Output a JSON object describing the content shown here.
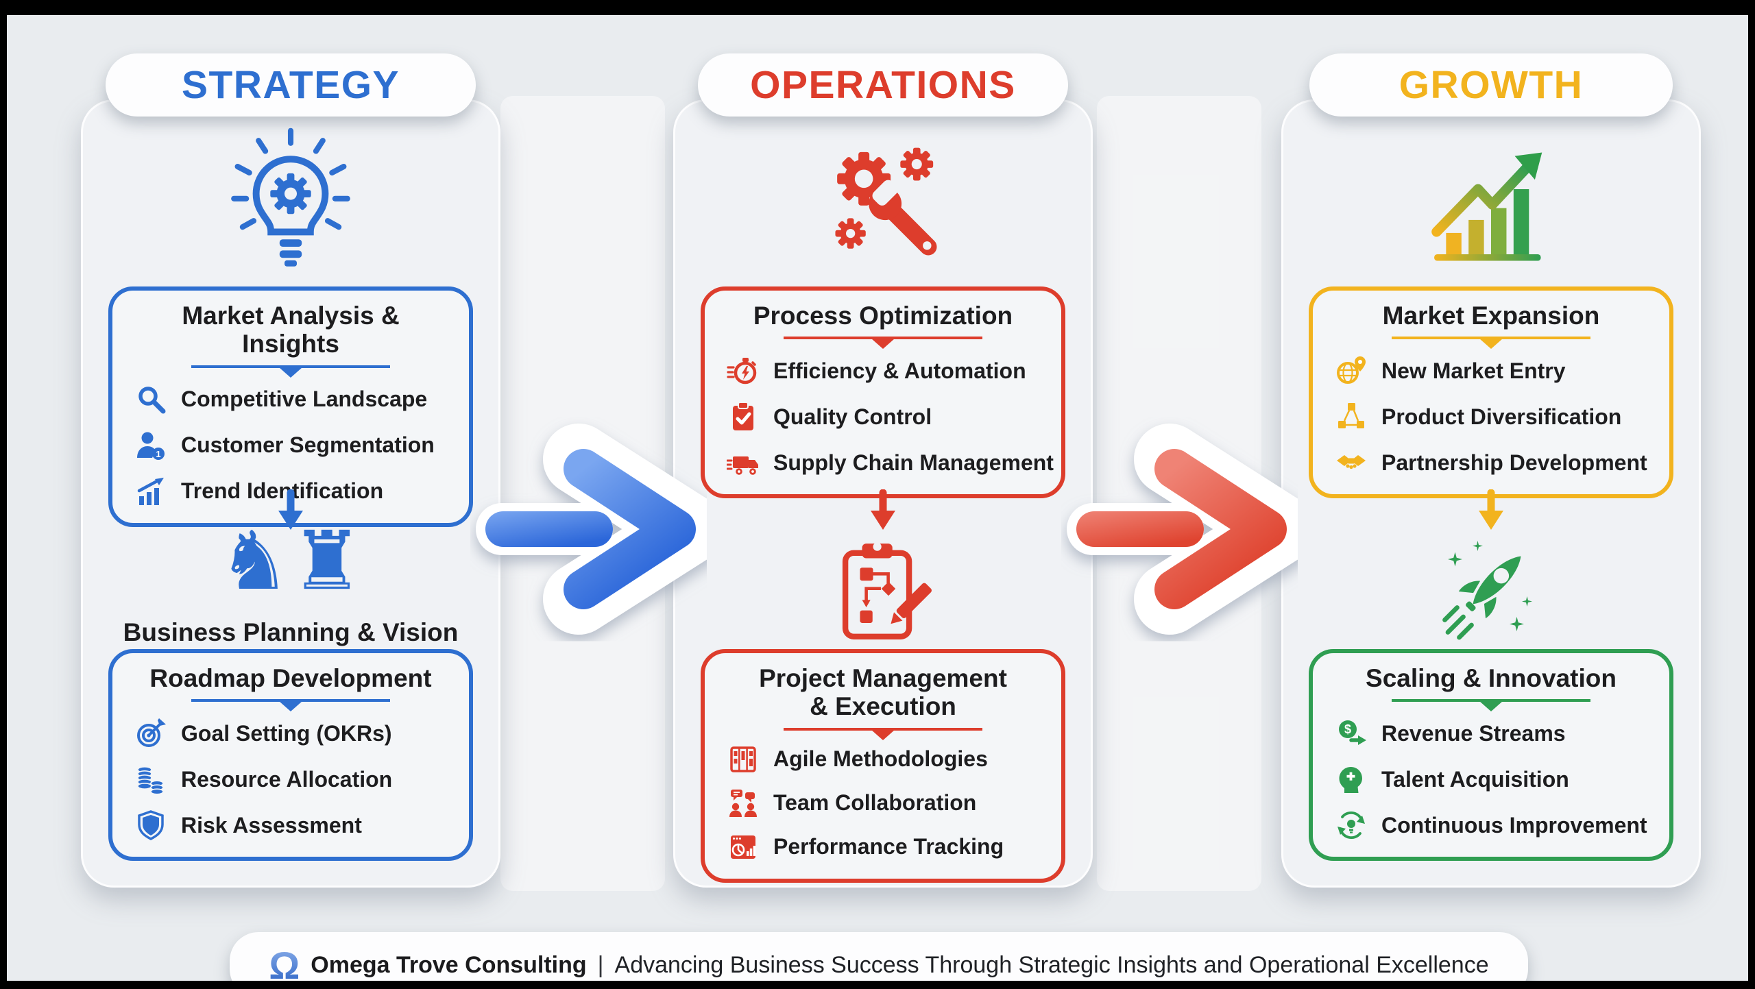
{
  "page": {
    "background": "#e9ecef",
    "frame_color": "#000000"
  },
  "columns": [
    {
      "title": "STRATEGY",
      "accent": "#2e6fd0",
      "header_icon": "lightbulb-gear-icon",
      "box1": {
        "title": "Market Analysis & Insights",
        "items": [
          {
            "icon": "search-icon",
            "label": "Competitive Landscape"
          },
          {
            "icon": "customer-segmentation-icon",
            "label": "Customer Segmentation"
          },
          {
            "icon": "trend-chart-icon",
            "label": "Trend Identification"
          }
        ]
      },
      "mid_icon": "chess-pieces-icon",
      "mid_icon_glyphs": "♞♜",
      "mid_label": "Business Planning & Vision",
      "box2": {
        "title": "Roadmap Development",
        "items": [
          {
            "icon": "goal-target-icon",
            "label": "Goal Setting (OKRs)"
          },
          {
            "icon": "coins-icon",
            "label": "Resource Allocation"
          },
          {
            "icon": "shield-icon",
            "label": "Risk Assessment"
          }
        ]
      }
    },
    {
      "title": "OPERATIONS",
      "accent": "#dd3d2c",
      "header_icon": "gears-wrench-icon",
      "box1": {
        "title": "Process Optimization",
        "items": [
          {
            "icon": "stopwatch-lightning-icon",
            "label": "Efficiency & Automation"
          },
          {
            "icon": "clipboard-check-icon",
            "label": "Quality Control"
          },
          {
            "icon": "delivery-truck-icon",
            "label": "Supply Chain Management"
          }
        ]
      },
      "mid_icon": "clipboard-flowchart-icon",
      "mid_label": "",
      "box2": {
        "title": "Project Management & Execution",
        "items": [
          {
            "icon": "kanban-board-icon",
            "label": "Agile Methodologies"
          },
          {
            "icon": "team-collaboration-icon",
            "label": "Team Collaboration"
          },
          {
            "icon": "performance-dashboard-icon",
            "label": "Performance Tracking"
          }
        ]
      }
    },
    {
      "title": "GROWTH",
      "accent": "#f2b31e",
      "accent_secondary": "#2f9e52",
      "header_icon": "growth-chart-icon",
      "box1": {
        "title": "Market Expansion",
        "items": [
          {
            "icon": "globe-pin-icon",
            "label": "New Market Entry"
          },
          {
            "icon": "product-cubes-icon",
            "label": "Product Diversification"
          },
          {
            "icon": "handshake-icon",
            "label": "Partnership Development"
          }
        ]
      },
      "mid_icon": "rocket-icon",
      "mid_label": "",
      "box2": {
        "title": "Scaling & Innovation",
        "accent": "#2f9e52",
        "items": [
          {
            "icon": "revenue-dollar-icon",
            "label": "Revenue Streams"
          },
          {
            "icon": "talent-head-icon",
            "label": "Talent Acquisition"
          },
          {
            "icon": "continuous-improvement-icon",
            "label": "Continuous Improvement"
          }
        ]
      }
    }
  ],
  "connectors": [
    {
      "name": "strategy-to-operations-arrow",
      "direction": "right",
      "color_light": "#7aa6f0",
      "color_dark": "#2b66d9"
    },
    {
      "name": "operations-to-growth-arrow",
      "direction": "right",
      "color_light": "#ef8375",
      "color_dark": "#df4430"
    }
  ],
  "footer": {
    "logo_glyph": "Ω",
    "brand": "Omega Trove Consulting",
    "separator": "|",
    "tagline": "Advancing Business Success Through Strategic Insights and Operational Excellence"
  }
}
